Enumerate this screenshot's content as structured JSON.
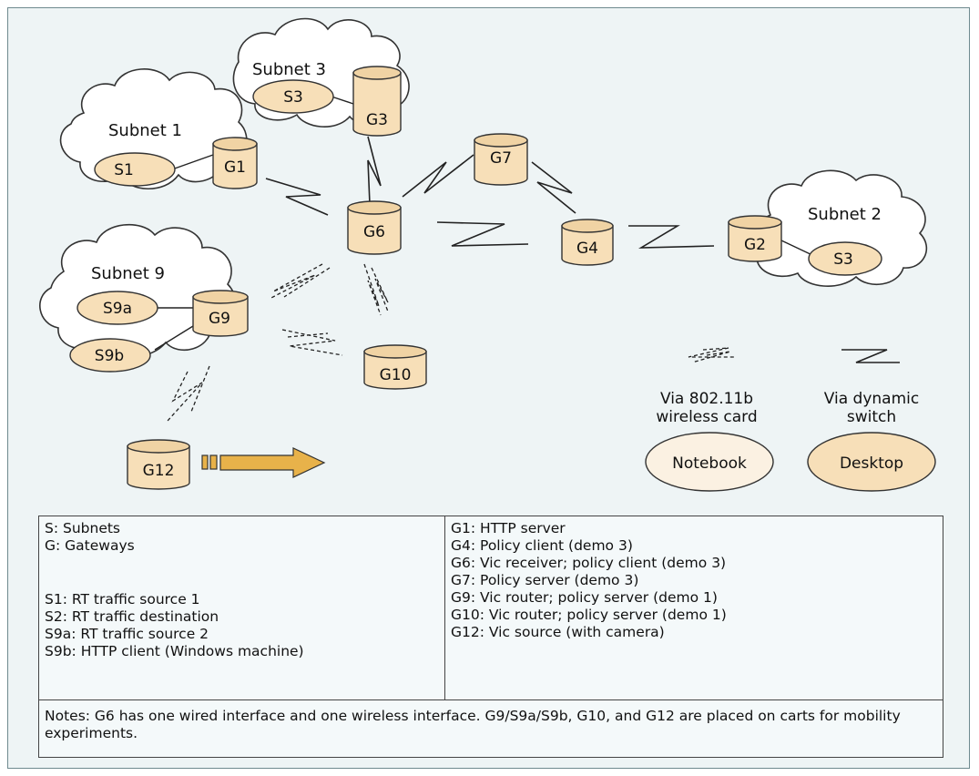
{
  "subnets": {
    "subnet1": {
      "label": "Subnet 1",
      "host": "S1"
    },
    "subnet2": {
      "label": "Subnet 2",
      "host": "S3"
    },
    "subnet3": {
      "label": "Subnet 3",
      "host": "S3"
    },
    "subnet9": {
      "label": "Subnet 9",
      "host_a": "S9a",
      "host_b": "S9b"
    }
  },
  "gateways": {
    "g1": "G1",
    "g2": "G2",
    "g3": "G3",
    "g4": "G4",
    "g6": "G6",
    "g7": "G7",
    "g9": "G9",
    "g10": "G10",
    "g12": "G12"
  },
  "link_legend": {
    "wireless": "Via 802.11b wireless card",
    "wireless_line1": "Via 802.11b",
    "wireless_line2": "wireless card",
    "wired_line1": "Via dynamic",
    "wired_line2": "switch"
  },
  "devices": {
    "notebook": "Notebook",
    "desktop": "Desktop"
  },
  "colors": {
    "gateway_fill": "#f7dfb8",
    "arrow_fill": "#e8b24a",
    "background": "#eef4f5"
  },
  "table": {
    "left_top": [
      "S: Subnets",
      "G: Gateways"
    ],
    "left_bottom": [
      "S1: RT traffic source 1",
      "S2: RT traffic destination",
      "S9a: RT traffic source 2",
      "S9b: HTTP client (Windows machine)"
    ],
    "right": [
      "G1: HTTP server",
      "G4: Policy client (demo 3)",
      "G6: Vic receiver; policy client (demo 3)",
      "G7: Policy server (demo 3)",
      "G9: Vic router; policy server (demo 1)",
      "G10: Vic router; policy server (demo 1)",
      "G12: Vic source (with camera)"
    ],
    "notes": "Notes: G6 has one wired interface and one wireless interface.  G9/S9a/S9b, G10, and G12 are placed on carts for mobility experiments."
  }
}
